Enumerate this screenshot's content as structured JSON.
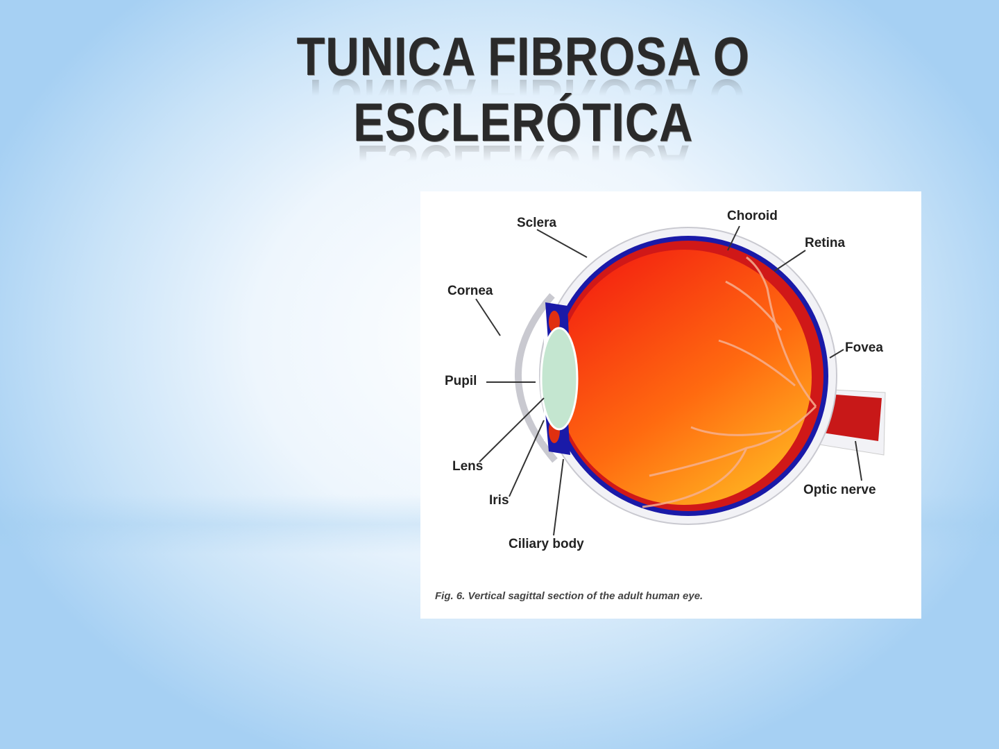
{
  "slide": {
    "title_line1": "TUNICA FIBROSA O",
    "title_line2": "ESCLERÓTICA"
  },
  "figure": {
    "labels": {
      "sclera": "Sclera",
      "choroid": "Choroid",
      "retina": "Retina",
      "cornea": "Cornea",
      "fovea": "Fovea",
      "pupil": "Pupil",
      "lens": "Lens",
      "iris": "Iris",
      "optic_nerve": "Optic nerve",
      "ciliary_body": "Ciliary body"
    },
    "caption": "Fig. 6. Vertical sagittal section of the adult human eye.",
    "colors": {
      "sclera": "#f2f2f6",
      "choroid": "#1a1aa8",
      "retina": "#d01818",
      "vitreous_top": "#f53a10",
      "vitreous_bottom": "#ffae20",
      "lens": "#bfe3cc"
    }
  }
}
